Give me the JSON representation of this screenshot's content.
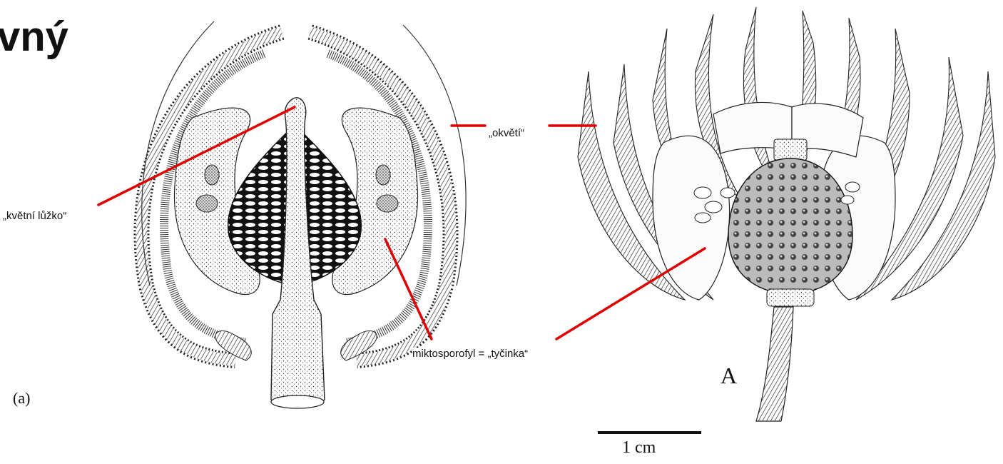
{
  "slide": {
    "title_fragment": "vný"
  },
  "labels": {
    "receptacle": "„květní lůžko“",
    "perianth": "„okvětí“",
    "stamen": "miktosporofyl = „tyčinka“"
  },
  "panels": {
    "left_tag": "(a)",
    "right_tag": "A"
  },
  "scale_bar": {
    "label": "1 cm"
  },
  "colors": {
    "leader": "#e00000",
    "ink": "#111111",
    "background": "#ffffff"
  }
}
